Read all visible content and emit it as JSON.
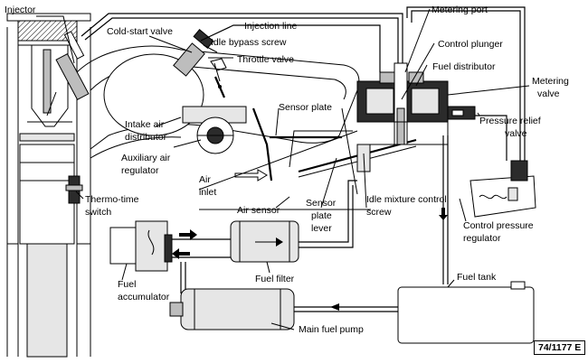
{
  "labels": {
    "injector": "Injector",
    "injection_line": "Injection line",
    "cold_start_valve": "Cold-start valve",
    "idle_bypass_screw": "Idle bypass screw",
    "throttle_valve": "Throttle valve",
    "metering_port": "Metering port",
    "control_plunger": "Control plunger",
    "fuel_distributor": "Fuel distributor",
    "metering_valve_1": "Metering",
    "metering_valve_2": "valve",
    "sensor_plate": "Sensor plate",
    "pressure_relief_1": "Pressure relief",
    "pressure_relief_2": "valve",
    "intake_air_1": "Intake air",
    "intake_air_2": "distributor",
    "aux_air_1": "Auxiliary air",
    "aux_air_2": "regulator",
    "air_inlet_1": "Air",
    "air_inlet_2": "inlet",
    "thermo_time_1": "Thermo-time",
    "thermo_time_2": "switch",
    "air_sensor": "Air sensor",
    "sensor_plate_lever_1": "Sensor",
    "sensor_plate_lever_2": "plate",
    "sensor_plate_lever_3": "lever",
    "idle_mixture_1": "Idle mixture control",
    "idle_mixture_2": "screw",
    "control_pressure_1": "Control pressure",
    "control_pressure_2": "regulator",
    "fuel_filter": "Fuel filter",
    "fuel_accumulator_1": "Fuel",
    "fuel_accumulator_2": "accumulator",
    "fuel_tank": "Fuel tank",
    "main_fuel_pump": "Main fuel pump"
  },
  "figure_id": "74/1177 E"
}
